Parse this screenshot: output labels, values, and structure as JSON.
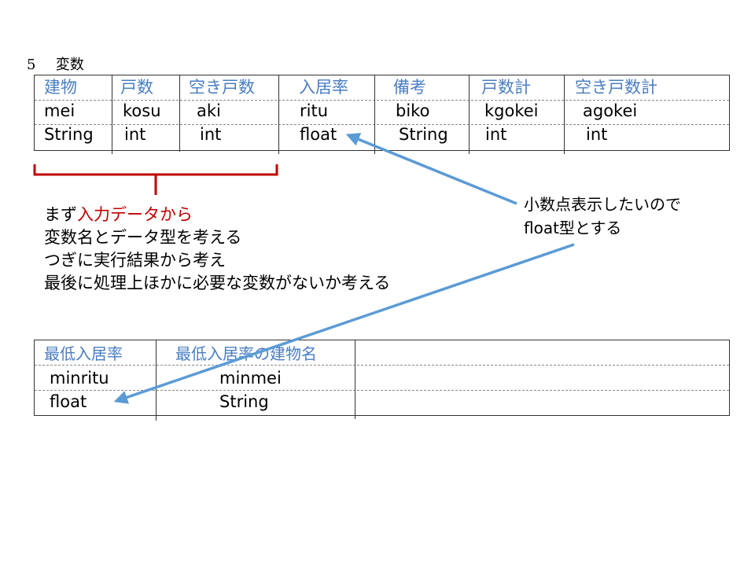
{
  "section": {
    "number": "5",
    "title": "変数"
  },
  "table1": {
    "headers": [
      "建物",
      "戸数",
      "空き戸数",
      "入居率",
      "備考",
      "戸数計",
      "空き戸数計"
    ],
    "names": [
      "mei",
      "kosu",
      "aki",
      "ritu",
      "biko",
      "kgokei",
      "agokei"
    ],
    "types": [
      "String",
      "int",
      "int",
      "float",
      "String",
      "int",
      "int"
    ]
  },
  "notes": {
    "line1_prefix": "まず",
    "line1_highlight": "入力データから",
    "line2": "変数名とデータ型を考える",
    "line3": "つぎに実行結果から考え",
    "line4": "最後に処理上ほかに必要な変数がないか考える"
  },
  "callout": {
    "line1": "小数点表示したいので",
    "line2": "float型とする"
  },
  "table2": {
    "headers": [
      "最低入居率",
      "最低入居率の建物名"
    ],
    "names": [
      "minritu",
      "minmei"
    ],
    "types": [
      "float",
      "String"
    ]
  },
  "colors": {
    "header_text": "#4a7ec2",
    "highlight": "#c00000",
    "brace": "#c00000",
    "arrow": "#5b9bd5"
  }
}
